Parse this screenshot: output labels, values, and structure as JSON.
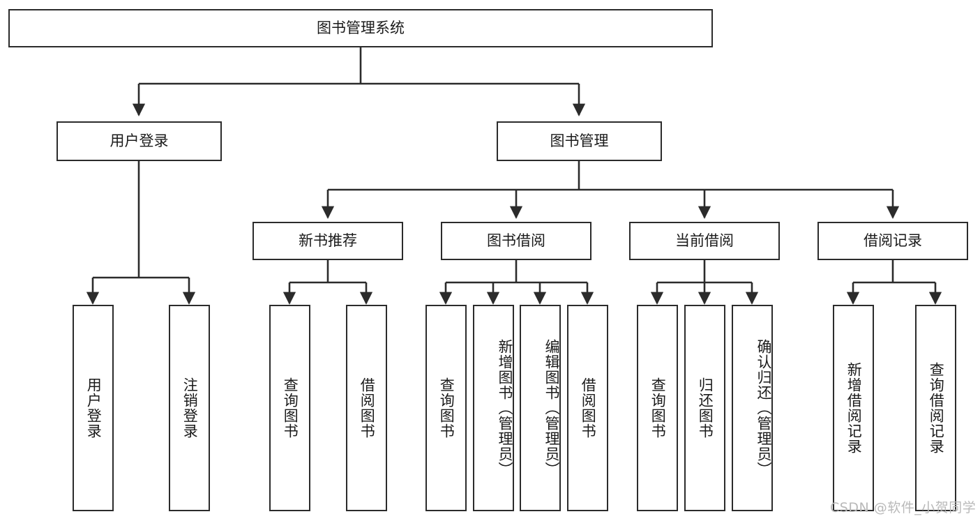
{
  "diagram": {
    "type": "tree",
    "title": "图书管理系统",
    "watermark": "CSDN @软件_小贺同学",
    "colors": {
      "border": "#2b2b2b",
      "background": "#ffffff",
      "text": "#1a1a1a",
      "watermark": "#b9b9b9"
    }
  },
  "nodes": {
    "root": {
      "label": "图书管理系统"
    },
    "level2": [
      {
        "id": "user-login",
        "label": "用户登录"
      },
      {
        "id": "book-manage",
        "label": "图书管理"
      }
    ],
    "level3": [
      {
        "id": "new-book-recommend",
        "label": "新书推荐"
      },
      {
        "id": "book-borrow",
        "label": "图书借阅"
      },
      {
        "id": "current-borrow",
        "label": "当前借阅"
      },
      {
        "id": "borrow-record",
        "label": "借阅记录"
      }
    ],
    "leaves": {
      "user_login": [
        {
          "id": "leaf-user-login",
          "label": "用户登录"
        },
        {
          "id": "leaf-logout",
          "label": "注销登录"
        }
      ],
      "new_book_recommend": [
        {
          "id": "leaf-query-book-1",
          "label": "查询图书"
        },
        {
          "id": "leaf-borrow-book-1",
          "label": "借阅图书"
        }
      ],
      "book_borrow": [
        {
          "id": "leaf-query-book-2",
          "label": "查询图书"
        },
        {
          "id": "leaf-add-book",
          "label": "新增图书（管理员）"
        },
        {
          "id": "leaf-edit-book",
          "label": "编辑图书（管理员）"
        },
        {
          "id": "leaf-borrow-book-2",
          "label": "借阅图书"
        }
      ],
      "current_borrow": [
        {
          "id": "leaf-query-book-3",
          "label": "查询图书"
        },
        {
          "id": "leaf-return-book",
          "label": "归还图书"
        },
        {
          "id": "leaf-confirm-return",
          "label": "确认归还（管理员）"
        }
      ],
      "borrow_record": [
        {
          "id": "leaf-add-record",
          "label": "新增借阅记录"
        },
        {
          "id": "leaf-query-record",
          "label": "查询借阅记录"
        }
      ]
    }
  }
}
